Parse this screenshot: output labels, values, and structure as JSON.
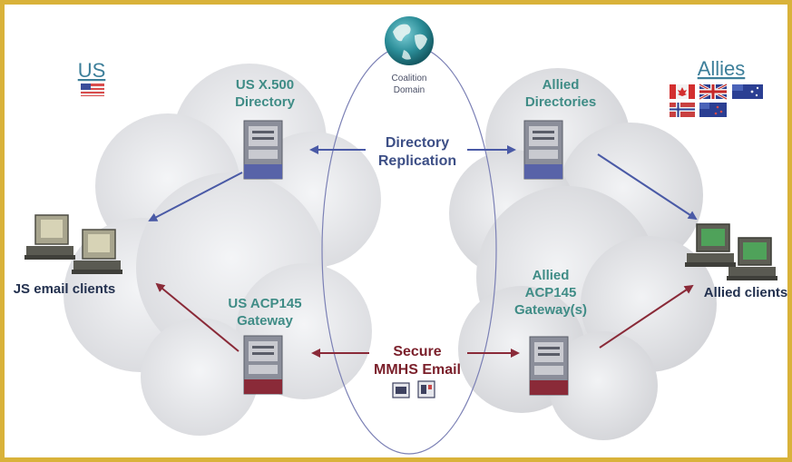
{
  "regions": {
    "us_label": "US",
    "allies_label": "Allies",
    "coalition_line1": "Coalition",
    "coalition_line2": "Domain"
  },
  "servers": {
    "us_directory": [
      "US X.500",
      "Directory"
    ],
    "allied_directories": [
      "Allied",
      "Directories"
    ],
    "us_gateway": [
      "US ACP145",
      "Gateway"
    ],
    "allied_gateway": [
      "Allied",
      "ACP145",
      "Gateway(s)"
    ]
  },
  "flows": {
    "replication": [
      "Directory",
      "Replication"
    ],
    "secure_email": [
      "Secure",
      "MMHS Email"
    ]
  },
  "clients": {
    "us_clients": "JS email clients",
    "allied_clients": "Allied clients"
  },
  "colors": {
    "blue_arrow": "#4a5aa6",
    "maroon_arrow": "#8a2a38",
    "cloud": "#e4e5e8",
    "border": "#d9b23a"
  }
}
